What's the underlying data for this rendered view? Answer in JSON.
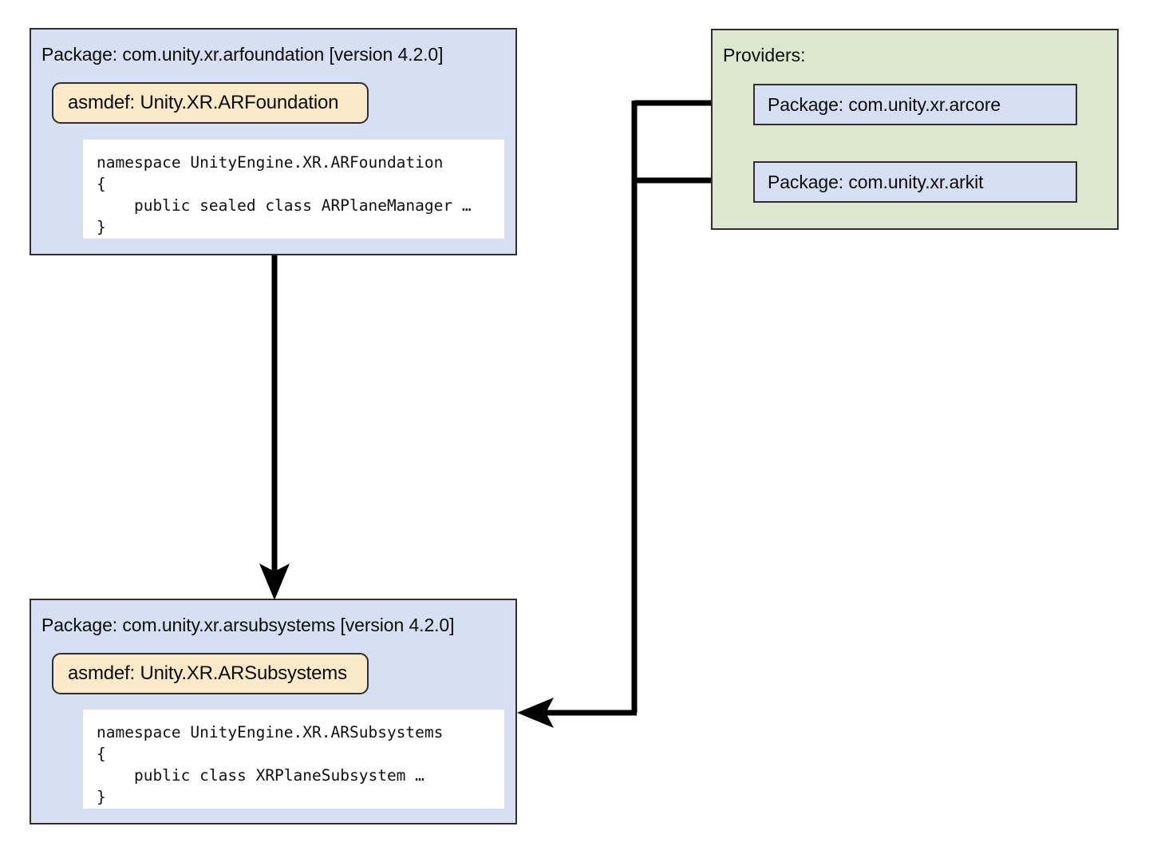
{
  "diagram": {
    "title": "Unity XR AR Foundation package dependency diagram",
    "colors": {
      "package_fill": "#d6e0f2",
      "providers_fill": "#dde7ce",
      "asmdef_fill": "#fbeac8",
      "code_fill": "#ffffff",
      "stroke": "#2e2e33",
      "arrow": "#000000",
      "background": "#ffffff"
    }
  },
  "packages": [
    {
      "id": "arfoundation",
      "title": "Package: com.unity.xr.arfoundation [version 4.2.0]",
      "asmdef_label": "asmdef: Unity.XR.ARFoundation",
      "code": "namespace UnityEngine.XR.ARFoundation\n{\n    public sealed class ARPlaneManager …\n}"
    },
    {
      "id": "arsubsystems",
      "title": "Package: com.unity.xr.arsubsystems [version 4.2.0]",
      "asmdef_label": "asmdef: Unity.XR.ARSubsystems",
      "code": "namespace UnityEngine.XR.ARSubsystems\n{\n    public class XRPlaneSubsystem …\n}"
    }
  ],
  "providers": {
    "title": "Providers:",
    "items": [
      {
        "id": "arcore",
        "label": "Package: com.unity.xr.arcore"
      },
      {
        "id": "arkit",
        "label": "Package: com.unity.xr.arkit"
      }
    ]
  },
  "connections": [
    {
      "id": "arfoundation-to-arsubsystems",
      "from": "arfoundation",
      "to": "arsubsystems",
      "direction": "down",
      "arrowhead": "to"
    },
    {
      "id": "arcore-to-arsubsystems",
      "from": "arcore",
      "to": "arsubsystems",
      "direction": "left-down",
      "arrowhead": "to"
    },
    {
      "id": "arkit-to-arsubsystems",
      "from": "arkit",
      "to": "arsubsystems",
      "direction": "left-down",
      "arrowhead": "to"
    }
  ]
}
